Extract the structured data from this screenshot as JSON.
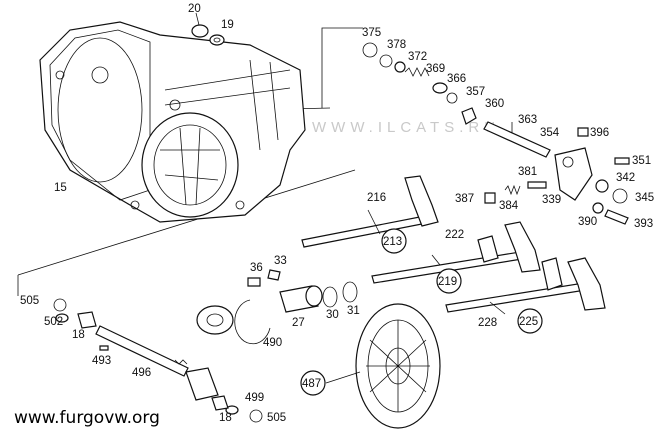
{
  "watermark": "WWW.ILCATS.RU",
  "site_caption": "www.furgovw.org",
  "labels": {
    "p20": "20",
    "p19": "19",
    "p375": "375",
    "p378": "378",
    "p372": "372",
    "p369": "369",
    "p366": "366",
    "p357": "357",
    "p360": "360",
    "p363": "363",
    "p354": "354",
    "p396": "396",
    "p351": "351",
    "p381": "381",
    "p342": "342",
    "p345": "345",
    "p387": "387",
    "p384": "384",
    "p339": "339",
    "p390": "390",
    "p393": "393",
    "p216": "216",
    "p222": "222",
    "p15": "15",
    "p36": "36",
    "p33": "33",
    "p505a": "505",
    "p502": "502",
    "p18a": "18",
    "p27": "27",
    "p30": "30",
    "p31": "31",
    "p228": "228",
    "p490": "490",
    "p493": "493",
    "p496": "496",
    "p499": "499",
    "p18b": "18",
    "p505b": "505"
  },
  "callouts": {
    "c213": "213",
    "c219": "219",
    "c225": "225",
    "c487": "487"
  }
}
